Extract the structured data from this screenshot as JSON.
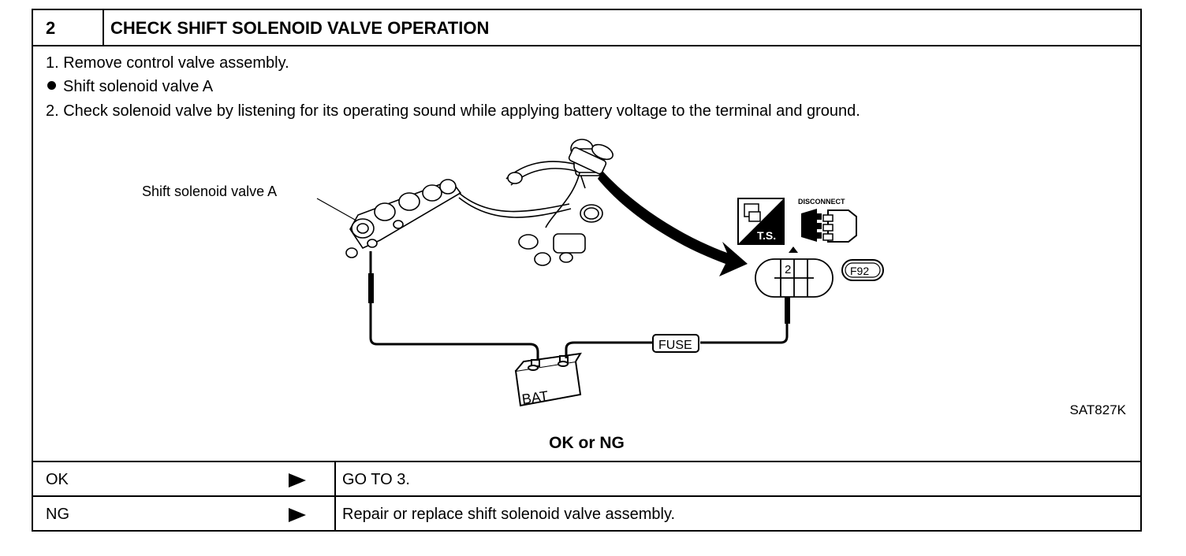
{
  "header": {
    "step": "2",
    "title": "CHECK SHIFT SOLENOID VALVE OPERATION"
  },
  "steps": [
    "1.  Remove control valve assembly.",
    "Shift solenoid valve A",
    "2.  Check solenoid valve by listening for its operating sound while applying battery voltage to the terminal and ground."
  ],
  "diagram": {
    "valve_label": "Shift solenoid valve A",
    "battery_label": "BAT",
    "fuse_label": "FUSE",
    "disconnect_label": "DISCONNECT",
    "ts_label": "T.S.",
    "terminal_number": "2",
    "connector_id": "F92",
    "figure_code": "SAT827K"
  },
  "result_heading": "OK or NG",
  "results": [
    {
      "result": "OK",
      "action": "GO TO 3."
    },
    {
      "result": "NG",
      "action": "Repair or replace shift solenoid valve assembly."
    }
  ]
}
